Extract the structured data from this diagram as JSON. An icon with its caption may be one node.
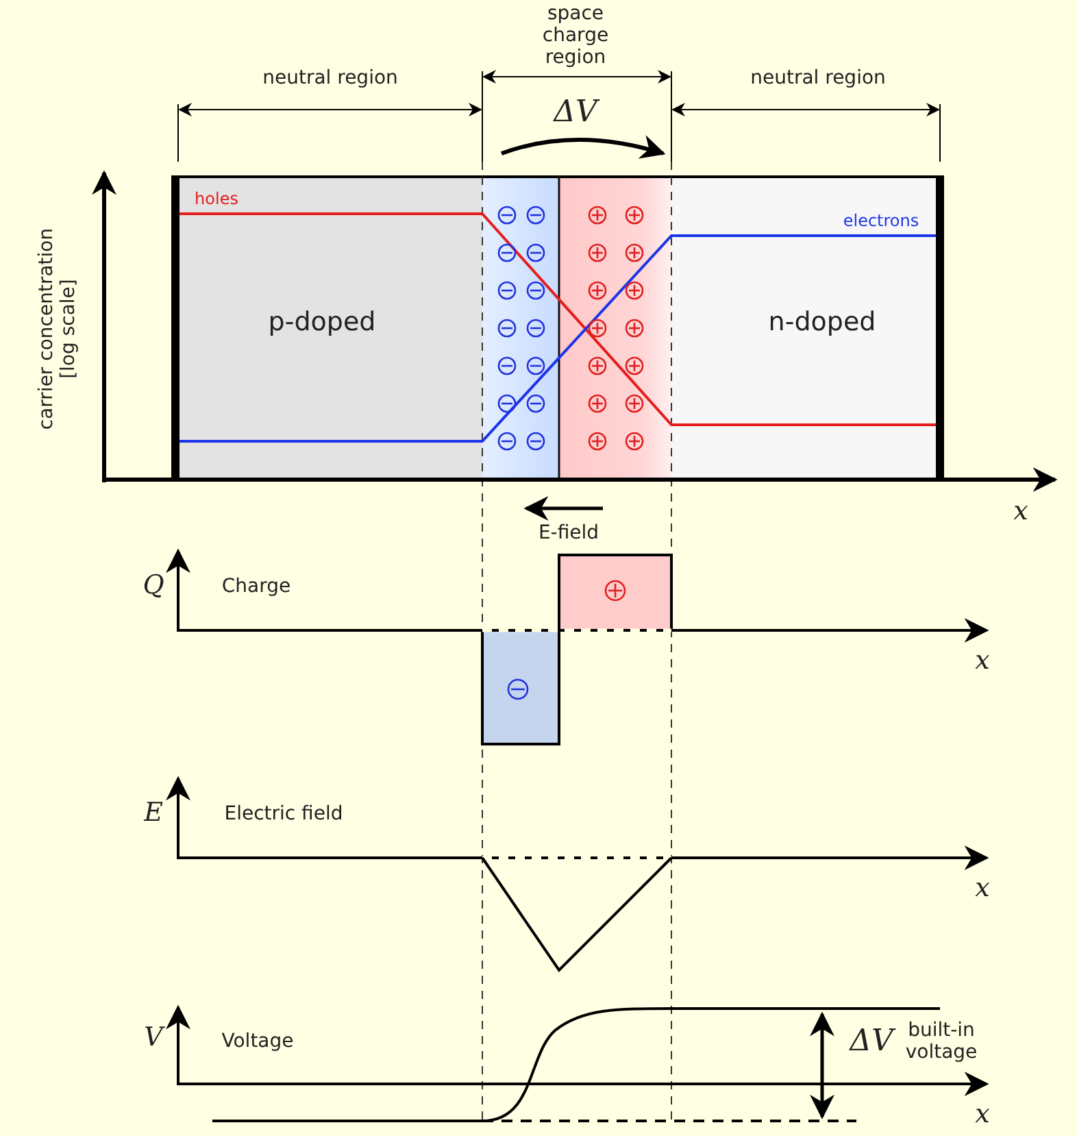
{
  "diagram": {
    "nodes": [
      {
        "text": [
          "p-doped"
        ]
      },
      {
        "text": [
          "n-doped"
        ]
      }
    ],
    "labels": [
      "space charge region",
      "neutral region",
      "neutral region",
      "ΔV",
      "holes",
      "electrons",
      "carrier concentration [log scale]",
      "x",
      "E-field",
      "Q",
      "Charge",
      "x",
      "E",
      "Electric field",
      "x",
      "V",
      "Voltage",
      "ΔV",
      "built-in voltage",
      "x"
    ]
  }
}
